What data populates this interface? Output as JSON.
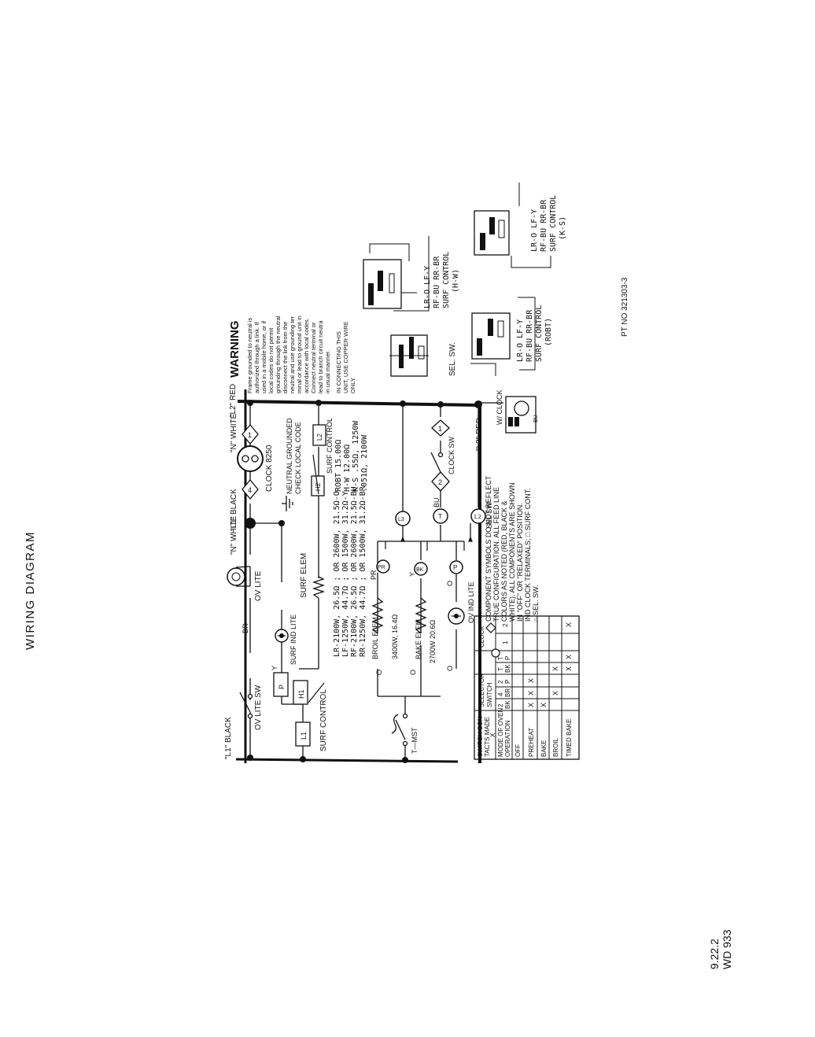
{
  "page": {
    "title": "WIRING DIAGRAM",
    "section_number": "9.22.2",
    "doc_number": "WD 933",
    "part_number": "PT NO 321303-3"
  },
  "power": {
    "l1_label": "\"L1\" BLACK",
    "n_label": "\"N\" WHITE",
    "l2_label": "\"L2\" RED",
    "neutral_note_1": "NEUTRAL GROUNDED",
    "neutral_note_2": "CHECK LOCAL CODE"
  },
  "components": {
    "ov_lite_sw": "OV LITE SW",
    "ov_lite": "OV LITE",
    "br": "BR",
    "y": "Y",
    "p": "P",
    "h1": "H1",
    "l1": "L1",
    "l2": "L2",
    "h2": "H2",
    "surf_control": "SURF CONTROL",
    "surf_ind_lite": "SURF IND LITE",
    "surf_elem": "SURF ELEM",
    "clock_8250": "CLOCK 8250",
    "surf_control_2": "SURF CONTROL",
    "broil_elem": "BROIL ELEM",
    "broil_rating": "3400W, 16.4Ω",
    "bake_elem": "BAKE ELEM",
    "bake_rating": "2700W  20.6Ω",
    "tmst": "T—MST",
    "pr": "PR",
    "o": "O",
    "bu": "BU",
    "clock_sw": "CLOCK SW",
    "sel_sw": "SEL SW",
    "ov_ind_lite": "OV IND LITE",
    "w_clock": "W/ CLOCK",
    "n4": "4",
    "n1": "1",
    "n2": "2",
    "n3": "3",
    "n12": "1,2"
  },
  "elements_list": [
    "LR-2100W, 26.5Ω ; OR 2600W, 21.5Ω-O",
    "LF-1250W, 44.7Ω ; OR 1500W, 31.2Ω-Y",
    "RF-2100W, 26.5Ω ; OR 2600W, 21.5Ω-BU",
    "RR-1250W, 44.7Ω ; OR 1500W, 31.2Ω-BR"
  ],
  "controls_list": [
    "ROBT  15.00Ω",
    "H-W    12.00Ω",
    "K-S     .55Ω, 1250W",
    "          .051Ω, 2100W"
  ],
  "notes": [
    "COMPONENT SYMBOLS DO NOT REFLECT",
    "TRUE CONFIGURATION.  ALL FEED LINE",
    "COLORS AS NOTED (RED, BLACK &",
    "WHITE).   ALL COMPONENTS ARE SHOWN",
    "IN \"OFF\" OR \"RELAXED\" POSITION.",
    "IND CLOCK TERMINALS;  □ SURF CONT.",
    "○ SEL. SW."
  ],
  "warning": {
    "title": "WARNING",
    "lines": [
      "Frame grounded to neutral is",
      "authorized through a link. If",
      "used in a mobile home, or if",
      "local codes do not permit",
      "grounding through the neutral",
      "disconnect the link from the",
      "neutral and use grounding ter",
      "minal or lead to ground unit in",
      "accordance with local codes.",
      "Connect neutral terminal or",
      "lead to branch circuit neutra",
      "in usual manner."
    ],
    "copper": [
      "IN CONNECTING THIS",
      "UNIT, USE COPPER WIRE",
      "ONLY."
    ]
  },
  "switch_panels": {
    "sel_sw": "SEL. SW.",
    "surf_hw": [
      "LR-O  LF-Y",
      "RF-BU  RR-BR",
      "SURF CONTROL",
      "(H-W)"
    ],
    "surf_robt": [
      "LR-O  LF-Y",
      "RF-BU  RR-BR",
      "SURF CONTROL",
      "(ROBT)"
    ],
    "surf_ks": [
      "LR-O  LF-Y",
      "RF-BU  RR-BR",
      "SURF CONTROL",
      "(K-S)"
    ]
  },
  "table": {
    "title_1": "SWITCH CON-",
    "title_2": "TACTS MADE",
    "title_3": "X",
    "selector_1": "SELECTOR",
    "selector_2": "SWITCH",
    "clock": "CLOCK",
    "mode_1": "MODE OF OVEN",
    "mode_2": "OPERATION",
    "contacts_top": [
      "2",
      "4",
      "2",
      "T",
      "T"
    ],
    "contacts_bottom": [
      "BK",
      "BR",
      "P",
      "BK",
      "P"
    ],
    "clock_cols": [
      "1",
      "2"
    ],
    "rows": [
      {
        "mode": "OFF",
        "marks": [
          "",
          "",
          "",
          "",
          "",
          "",
          ""
        ]
      },
      {
        "mode": "PREHEAT",
        "marks": [
          "X",
          "X",
          "X",
          "",
          "",
          "",
          ""
        ]
      },
      {
        "mode": "BAKE",
        "marks": [
          "X",
          "",
          "",
          "",
          "",
          "",
          ""
        ]
      },
      {
        "mode": "BROIL",
        "marks": [
          "",
          "X",
          "",
          "X",
          "",
          "",
          ""
        ]
      },
      {
        "mode": "TIMED BAKE",
        "marks": [
          "",
          "",
          "",
          "X",
          "X",
          "",
          "X"
        ]
      }
    ]
  }
}
